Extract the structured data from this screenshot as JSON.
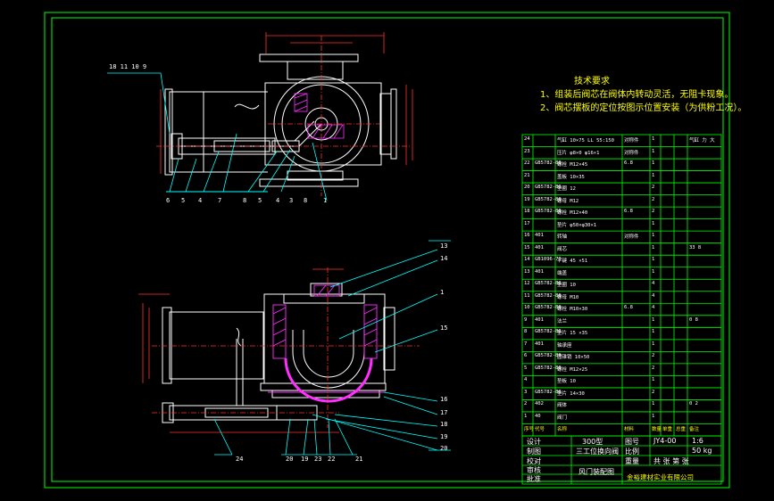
{
  "tech_requirements": {
    "title": "技术要求",
    "lines": [
      "1、组装后阀芯在阀体内转动灵活，无阻卡现象。",
      "2、阀芯摆板的定位按图示位置安装（为供粉工况）。"
    ]
  },
  "top_view_labels": {
    "upper_left": "18 11 10 9",
    "bottom": [
      "6",
      "5",
      "4",
      "7",
      "8",
      "5",
      "4",
      "3",
      "8",
      "1"
    ]
  },
  "bottom_view_labels": {
    "right": [
      "13",
      "14",
      "1",
      "15",
      "16",
      "17",
      "18",
      "19",
      "20"
    ],
    "bottom": [
      "24",
      "20",
      "19",
      "23",
      "22",
      "21"
    ]
  },
  "bom_rows": [
    [
      "24",
      "",
      "气缸 10×75 LL 55:150",
      "对称件",
      "1",
      "",
      "",
      "气缸 力 大"
    ],
    [
      "23",
      "",
      "压片 φ8×0 φ16×1",
      "对称件",
      "1",
      "",
      "",
      ""
    ],
    [
      "22",
      "GB5782-86",
      "螺栓 M12×45",
      "6.8",
      "1",
      "",
      "",
      ""
    ],
    [
      "21",
      "",
      "盖板 10×35",
      "",
      "1",
      "",
      "",
      ""
    ],
    [
      "20",
      "GB5782-86",
      "垫圈 12",
      "",
      "2",
      "",
      "",
      ""
    ],
    [
      "19",
      "GB5782-86",
      "螺母 M12",
      "",
      "2",
      "",
      "",
      ""
    ],
    [
      "18",
      "GB5782-86",
      "螺栓 M12×40",
      "6.8",
      "2",
      "",
      "",
      ""
    ],
    [
      "17",
      "",
      "垫片 φ50×φ30×1",
      "",
      "1",
      "",
      "",
      ""
    ],
    [
      "16",
      "401",
      "转轴",
      "对称件",
      "1",
      "",
      "",
      ""
    ],
    [
      "15",
      "401",
      "阀芯",
      "",
      "1",
      "",
      "",
      "33 8"
    ],
    [
      "14",
      "GB1096-79",
      "平键 45 ×51",
      "",
      "1",
      "",
      "",
      ""
    ],
    [
      "13",
      "401",
      "端盖",
      "",
      "1",
      "",
      "",
      ""
    ],
    [
      "12",
      "GB5782-86",
      "垫圈 10",
      "",
      "4",
      "",
      "",
      ""
    ],
    [
      "11",
      "GB5782-86",
      "螺母 M10",
      "",
      "4",
      "",
      "",
      ""
    ],
    [
      "10",
      "GB5782-86",
      "螺栓 M10×30",
      "6.8",
      "4",
      "",
      "",
      ""
    ],
    [
      "9",
      "401",
      "法兰",
      "",
      "1",
      "",
      "",
      "0 8"
    ],
    [
      "8",
      "GB5782-86",
      "垫片 15 ×35",
      "",
      "1",
      "",
      "",
      ""
    ],
    [
      "7",
      "401",
      "轴承座",
      "",
      "1",
      "",
      "",
      ""
    ],
    [
      "6",
      "GB5782-86",
      "圆锥销 10×50",
      "",
      "2",
      "",
      "",
      ""
    ],
    [
      "5",
      "GB5782-86",
      "螺栓 M12×25",
      "",
      "2",
      "",
      "",
      ""
    ],
    [
      "4",
      "",
      "垫板 10",
      "",
      "1",
      "",
      "",
      ""
    ],
    [
      "3",
      "GB5782-86",
      "垫片 14×30",
      "",
      "2",
      "",
      "",
      ""
    ],
    [
      "2",
      "402",
      "阀体",
      "",
      "1",
      "",
      "",
      "0 2"
    ],
    [
      "1",
      "40",
      "阀门",
      "",
      "1",
      "",
      "",
      ""
    ]
  ],
  "bom_header": [
    "序号",
    "代号",
    "名称",
    "材料",
    "数量",
    "单重",
    "总重",
    "备注"
  ],
  "title_block": {
    "product": "300型",
    "name": "三工位换向阀",
    "drawing_name": "风门装配图",
    "company": "金裕建材实业有限公司",
    "rows_left": [
      "设计",
      "制图",
      "校对",
      "审核",
      "批准"
    ],
    "drawing_no": "JY4-00",
    "ratio": "1:6",
    "weight": "50 kg",
    "sheet": "共 张 第 张",
    "labels": [
      "图号",
      "比例",
      "重量",
      "共 张"
    ]
  },
  "colors": {
    "frame": "#00ff00",
    "geometry": "#ffffff",
    "center": "#ff3030",
    "dimension": "#ff3030",
    "leader": "#00ffff",
    "hatch": "#ff2fff",
    "notes": "#ffff00"
  }
}
